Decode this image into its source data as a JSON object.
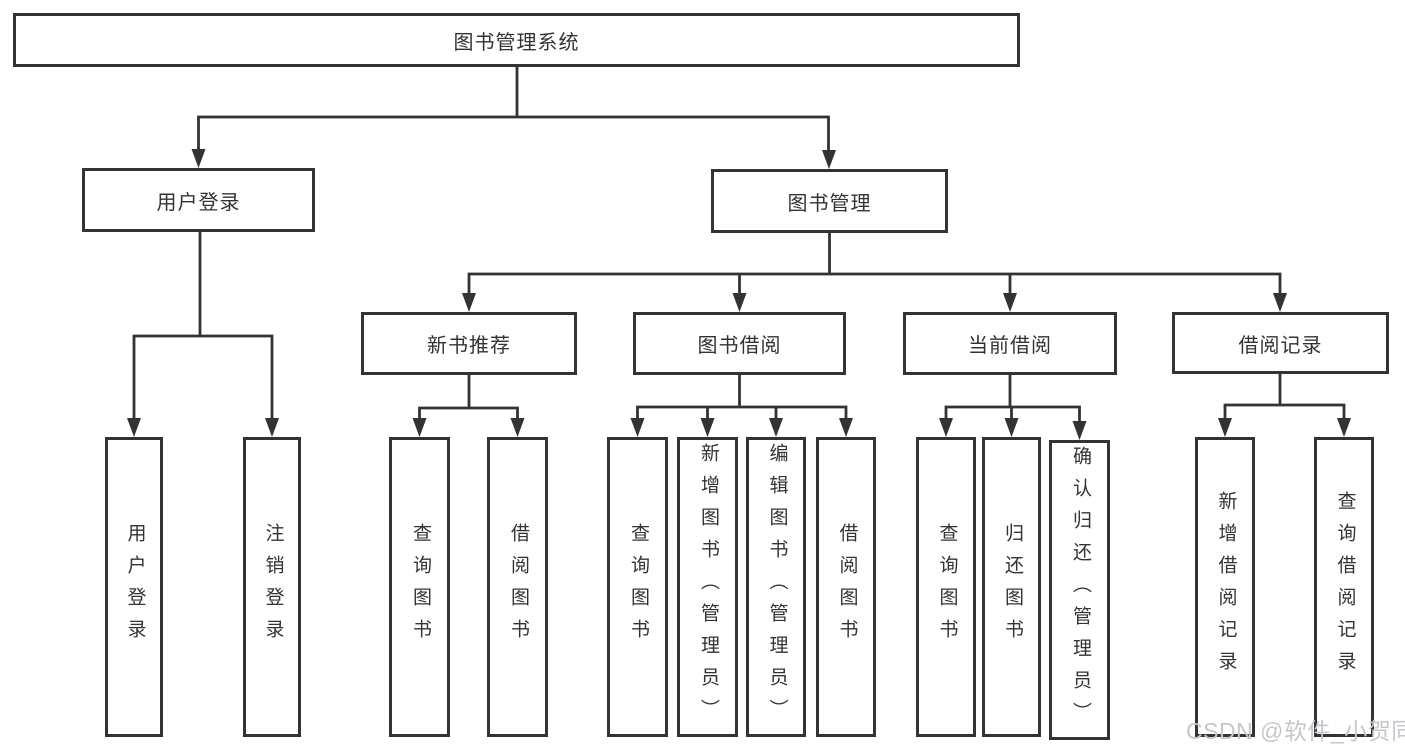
{
  "tree": {
    "label": "图书管理系统",
    "children": [
      {
        "label": "用户登录",
        "children": [
          {
            "label": "用户登录"
          },
          {
            "label": "注销登录"
          }
        ]
      },
      {
        "label": "图书管理",
        "children": [
          {
            "label": "新书推荐",
            "children": [
              {
                "label": "查询图书"
              },
              {
                "label": "借阅图书"
              }
            ]
          },
          {
            "label": "图书借阅",
            "children": [
              {
                "label": "查询图书"
              },
              {
                "label": "新增图书（管理员）"
              },
              {
                "label": "编辑图书（管理员）"
              },
              {
                "label": "借阅图书"
              }
            ]
          },
          {
            "label": "当前借阅",
            "children": [
              {
                "label": "查询图书"
              },
              {
                "label": "归还图书"
              },
              {
                "label": "确认归还（管理员）"
              }
            ]
          },
          {
            "label": "借阅记录",
            "children": [
              {
                "label": "新增借阅记录"
              },
              {
                "label": "查询借阅记录"
              }
            ]
          }
        ]
      }
    ]
  },
  "watermark": {
    "text": "CSDN @软件_小贺同学"
  },
  "colors": {
    "line": "#333333",
    "box_border": "#333333",
    "text": "#333333",
    "watermark": "#c4c7cb",
    "background": "#ffffff"
  }
}
